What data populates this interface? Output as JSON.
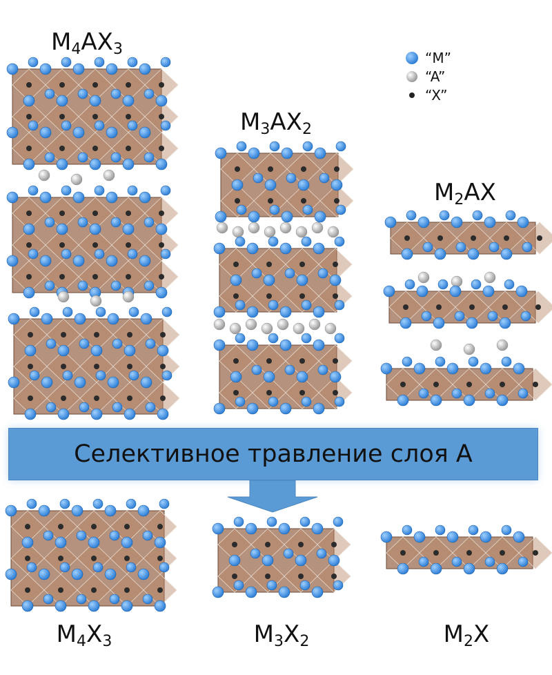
{
  "colors": {
    "metal": "#2f7fd6",
    "a_element": "#c4c4c4",
    "x_element": "#2b2b2b",
    "octahedron": "#9c6d52",
    "banner": "#5b9bd5"
  },
  "parent_phases": [
    {
      "id": "m4ax3",
      "label": {
        "base": "M",
        "sub1": "4",
        "mid": "AX",
        "sub2": "3"
      }
    },
    {
      "id": "m3ax2",
      "label": {
        "base": "M",
        "sub1": "3",
        "mid": "AX",
        "sub2": "2"
      }
    },
    {
      "id": "m2ax",
      "label": {
        "base": "M",
        "sub1": "2",
        "mid": "AX",
        "sub2": ""
      }
    }
  ],
  "product_phases": [
    {
      "id": "m4x3",
      "label": {
        "base": "M",
        "sub1": "4",
        "mid": "X",
        "sub2": "3"
      }
    },
    {
      "id": "m3x2",
      "label": {
        "base": "M",
        "sub1": "3",
        "mid": "X",
        "sub2": "2"
      }
    },
    {
      "id": "m2x",
      "label": {
        "base": "M",
        "sub1": "2",
        "mid": "X",
        "sub2": ""
      }
    }
  ],
  "legend": [
    {
      "symbol": "metal-atom",
      "text": "“M”"
    },
    {
      "symbol": "a-atom",
      "text": "“A”"
    },
    {
      "symbol": "x-atom",
      "text": "“X”"
    }
  ],
  "process": {
    "label": "Селективное травление слоя А",
    "arrow_icon": "down-arrow-icon"
  }
}
